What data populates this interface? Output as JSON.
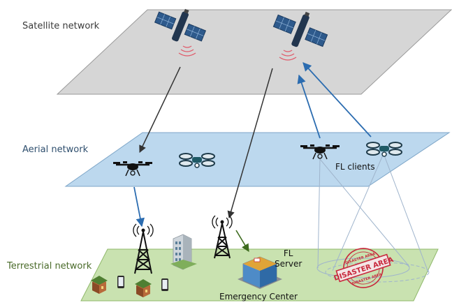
{
  "layers": {
    "satellite": {
      "label": "Satellite network",
      "color": "#3a3a3a"
    },
    "aerial": {
      "label": "Aerial network",
      "color": "#2f4f6e"
    },
    "terrestrial": {
      "label": "Terrestrial network",
      "color": "#4a6b2a"
    }
  },
  "labels": {
    "fl_clients": "FL clients",
    "fl_server": "FL\nServer",
    "emergency_center": "Emergency Center"
  },
  "stamp": {
    "text": "DISASTER AREA",
    "ring_text": "DISASTER AREA",
    "color": "#c8283c"
  },
  "icons": [
    "satellite-icon",
    "drone-icon",
    "uav-icon",
    "cell-tower-icon",
    "building-icon",
    "house-icon",
    "smartphone-icon",
    "emergency-center-icon"
  ],
  "colors": {
    "satellite_plane": "#d6d6d6",
    "aerial_plane": "#bcd8ee",
    "terrestrial_plane": "#c9e2b0",
    "link_dark": "#333333",
    "link_blue": "#2b6cb0"
  }
}
